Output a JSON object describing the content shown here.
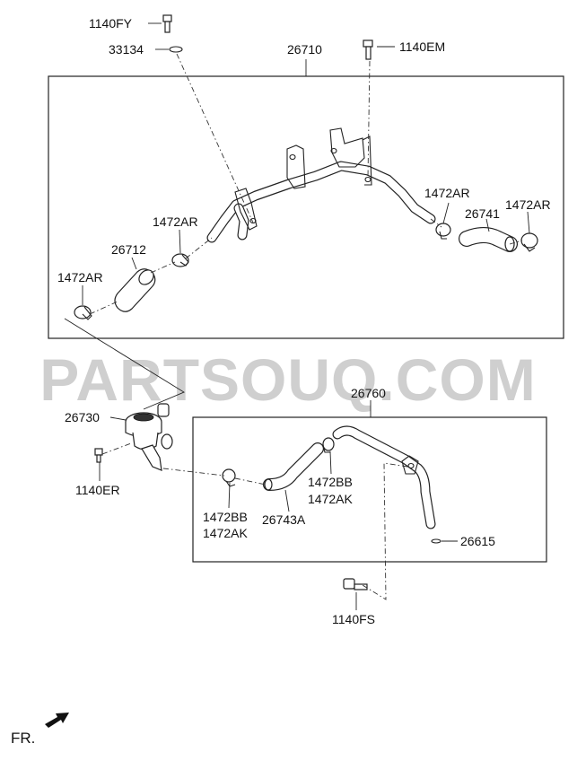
{
  "watermark": "PARTSOUQ.COM",
  "direction_marker": "FR.",
  "labels": {
    "p1140FY": "1140FY",
    "p33134": "33134",
    "p26710": "26710",
    "p1140EM": "1140EM",
    "p1472AR_right": "1472AR",
    "p26741": "26741",
    "p1472AR_far_right": "1472AR",
    "p1472AR_mid": "1472AR",
    "p26712": "26712",
    "p1472AR_left": "1472AR",
    "p26760": "26760",
    "p26730": "26730",
    "p1140ER": "1140ER",
    "p1472BB_upper": "1472BB",
    "p1472AK_upper": "1472AK",
    "p1472BB_lower": "1472BB",
    "p1472AK_lower": "1472AK",
    "p26743A": "26743A",
    "p26615": "26615",
    "p1140FS": "1140FS"
  }
}
